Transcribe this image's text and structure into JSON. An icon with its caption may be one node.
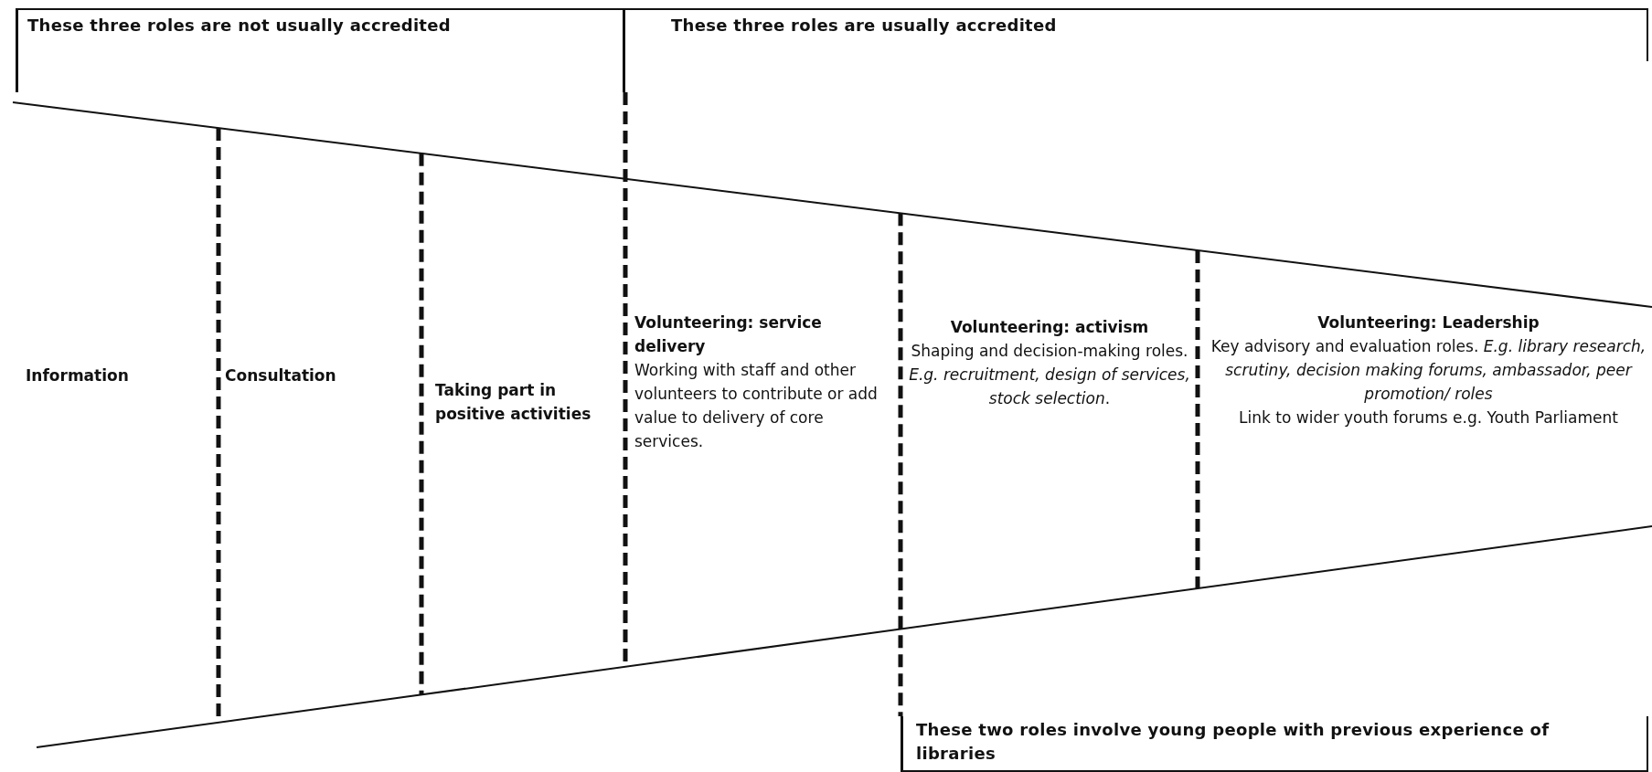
{
  "diagram": {
    "nodes": [
      {
        "text": [
          "These three roles are not usually accredited"
        ]
      },
      {
        "text": [
          "These three roles are usually accredited"
        ]
      },
      {
        "text": [
          "Information"
        ]
      },
      {
        "text": [
          "Consultation"
        ]
      },
      {
        "text": [
          "Taking part in positive activities"
        ]
      },
      {
        "text": [
          "Volunteering: service delivery",
          "Working with staff and other volunteers to contribute or add value to delivery of core services."
        ]
      },
      {
        "text": [
          "Volunteering: activism",
          "Shaping and decision-making roles. *E.g. recruitment, design of services, stock selection*."
        ]
      },
      {
        "text": [
          "Volunteering: Leadership",
          "Key advisory and evaluation roles. *E.g. library research, scrutiny, decision making forums, ambassador, peer promotion/ roles*",
          "Link to wider youth forums e.g. Youth Parliament"
        ]
      },
      {
        "text": [
          "These two roles involve young people with previous experience of libraries"
        ]
      }
    ]
  }
}
